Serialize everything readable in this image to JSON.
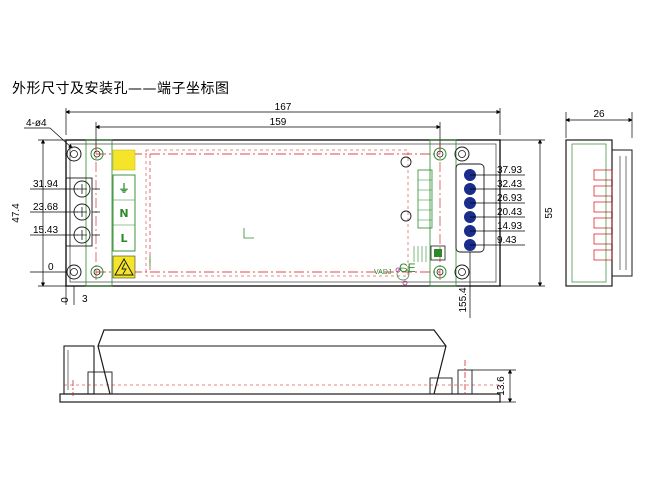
{
  "title": "外形尺寸及安装孔——端子坐标图",
  "dims": {
    "overall_length": "167",
    "hole_spacing": "159",
    "hole_label": "4-ø4",
    "width": "26",
    "height": "55",
    "left_height": "47.4",
    "x_offset": "155.4",
    "side_height": "13.6",
    "origin_x": "0",
    "origin_y": "0",
    "three": "3"
  },
  "left_coords": [
    "31.94",
    "23.68",
    "15.43"
  ],
  "right_coords": [
    "37.93",
    "32.43",
    "26.93",
    "20.43",
    "14.93",
    "9.43"
  ],
  "input_terminals": {
    "ground": "⏚",
    "neutral": "N",
    "line": "L"
  },
  "marks": {
    "led_label": "VADJ",
    "ce_mark": "CE"
  },
  "colors": {
    "outline": "#1a1a1a",
    "centerline": "#d01010",
    "board": "#2a8a2a",
    "terminal_blue": "#1a2d8c",
    "yellow_label": "#f5e52a",
    "magenta": "#c020a0"
  }
}
